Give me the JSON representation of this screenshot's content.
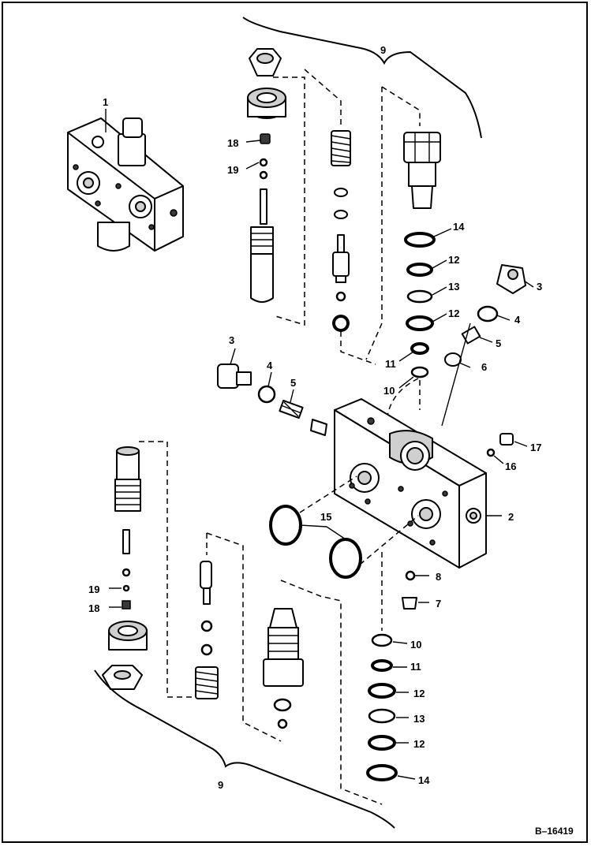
{
  "figure_id": "B–16419",
  "labels": {
    "n1": "1",
    "n2": "2",
    "n3a": "3",
    "n3b": "3",
    "n4a": "4",
    "n4b": "4",
    "n5a": "5",
    "n5b": "5",
    "n6": "6",
    "n7": "7",
    "n8": "8",
    "n9a": "9",
    "n9b": "9",
    "n10a": "10",
    "n10b": "10",
    "n11a": "11",
    "n11b": "11",
    "n12a": "12",
    "n12b": "12",
    "n12c": "12",
    "n12d": "12",
    "n13a": "13",
    "n13b": "13",
    "n14a": "14",
    "n14b": "14",
    "n15": "15",
    "n16": "16",
    "n17": "17",
    "n18a": "18",
    "n18b": "18",
    "n19a": "19",
    "n19b": "19"
  }
}
